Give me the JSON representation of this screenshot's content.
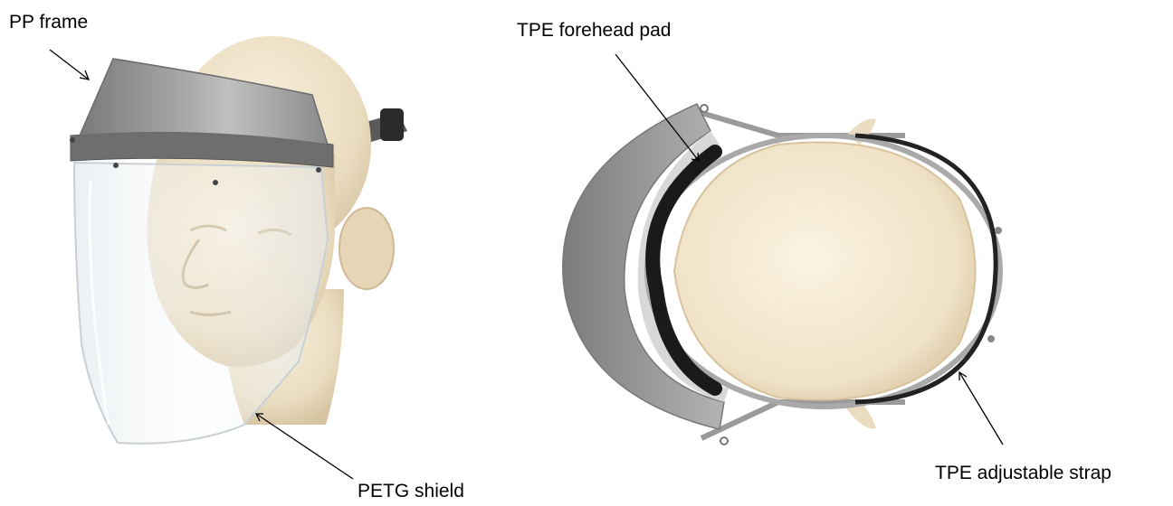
{
  "labels": {
    "pp_frame": "PP frame",
    "tpe_forehead_pad": "TPE forehead pad",
    "petg_shield": "PETG shield",
    "tpe_adjustable_strap": "TPE adjustable strap"
  },
  "colors": {
    "skin": "#f2e6cf",
    "skin_shade": "#ddcaa8",
    "frame": "#6e6e6e",
    "visor": "#9a9a9a",
    "pad": "#1a1a1a",
    "shield_edge": "#c8d0d6",
    "arrow": "#000000"
  }
}
